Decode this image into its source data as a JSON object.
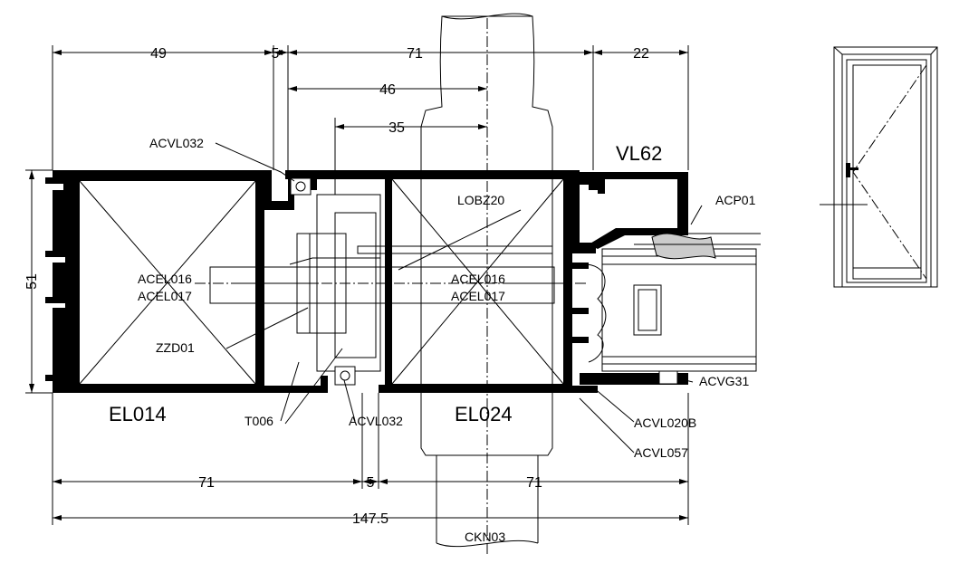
{
  "dimensions": {
    "top_49": "49",
    "top_5": "5",
    "top_71": "71",
    "top_22": "22",
    "dim_46": "46",
    "dim_35": "35",
    "left_51": "51",
    "bottom_71_left": "71",
    "bottom_5": "5",
    "bottom_71_right": "71",
    "total_147_5": "147.5"
  },
  "labels": {
    "acvl032_top": "ACVL032",
    "vl62": "VL62",
    "acp01": "ACP01",
    "lobz20": "LOBZ20",
    "acel016_left": "ACEL016",
    "acel017_left": "ACEL017",
    "acel016_right": "ACEL016",
    "acel017_right": "ACEL017",
    "zzd01": "ZZD01",
    "acvg31": "ACVG31",
    "el014": "EL014",
    "t006": "T006",
    "acvl032_bottom": "ACVL032",
    "el024": "EL024",
    "acvl020b": "ACVL020B",
    "acvl057": "ACVL057",
    "ckn03": "CKN03"
  }
}
